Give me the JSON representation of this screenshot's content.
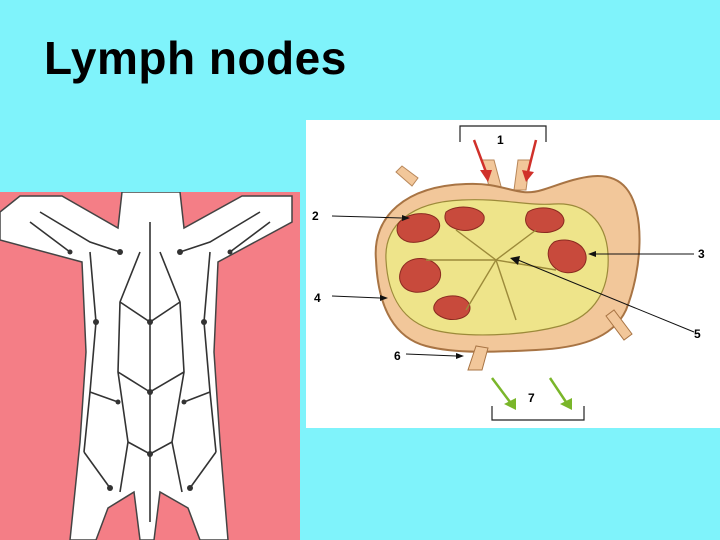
{
  "slide": {
    "title": "Lymph nodes"
  },
  "diagram": {
    "callouts": [
      "1",
      "2",
      "3",
      "4",
      "5",
      "6",
      "7"
    ]
  },
  "colors": {
    "background": "#7ff3fb",
    "body_panel": "#f47e86",
    "node_capsule": "#f2c79a",
    "node_medulla": "#eee48a",
    "node_follicle": "#c84a3c",
    "afferent_arrow": "#d0302a",
    "efferent_arrow": "#7ab62a"
  }
}
